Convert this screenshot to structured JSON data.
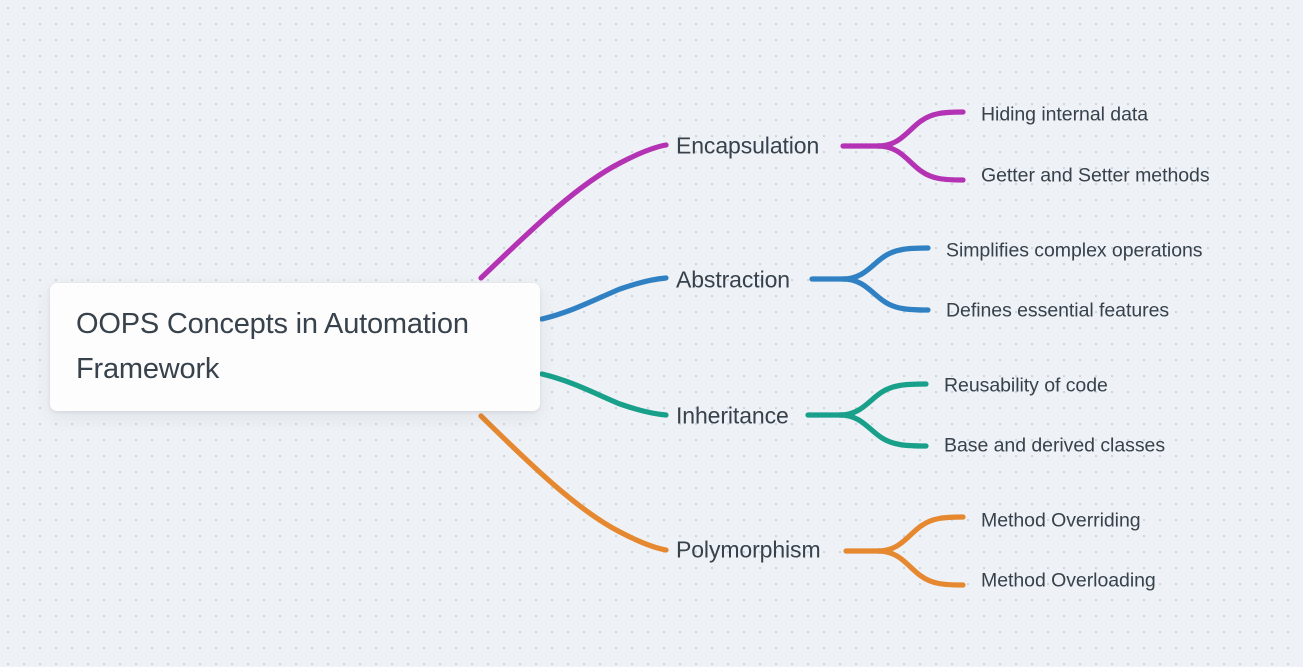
{
  "diagram": {
    "type": "mind-map",
    "background_color": "#eef1f5",
    "text_color": "#37424c",
    "root": {
      "label": "OOPS Concepts in Automation Framework",
      "card_color": "#fdfdfd"
    },
    "branches": [
      {
        "label": "Encapsulation",
        "color": "#b432b4",
        "children": [
          {
            "label": "Hiding internal data"
          },
          {
            "label": "Getter and Setter methods"
          }
        ]
      },
      {
        "label": "Abstraction",
        "color": "#3081c4",
        "children": [
          {
            "label": "Simplifies complex operations"
          },
          {
            "label": "Defines essential features"
          }
        ]
      },
      {
        "label": "Inheritance",
        "color": "#18a08a",
        "children": [
          {
            "label": "Reusability of code"
          },
          {
            "label": "Base and derived classes"
          }
        ]
      },
      {
        "label": "Polymorphism",
        "color": "#e5882f",
        "children": [
          {
            "label": "Method Overriding"
          },
          {
            "label": "Method Overloading"
          }
        ]
      }
    ]
  }
}
